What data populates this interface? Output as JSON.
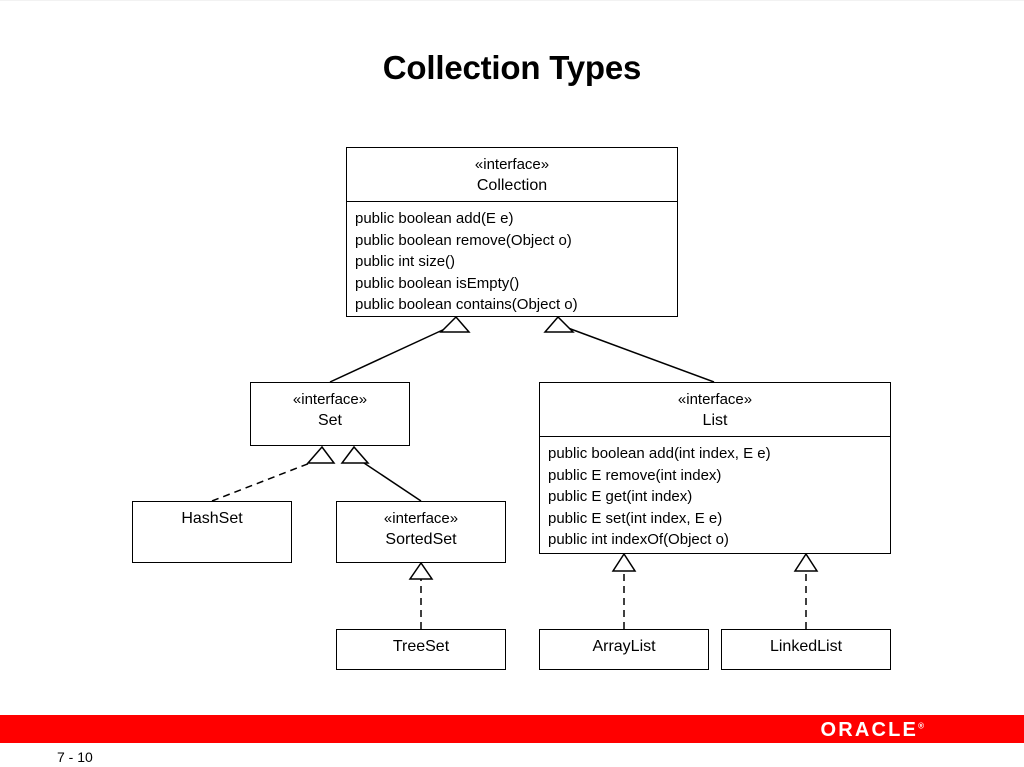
{
  "slide": {
    "title": "Collection Types",
    "page_number": "7 - 10",
    "brand": "ORACLE",
    "brand_tm": "®",
    "band_color": "#ff0000"
  },
  "diagram": {
    "type": "uml-class-diagram",
    "stereotype_label": "«interface»",
    "classes": [
      {
        "id": "collection",
        "stereotype": "«interface»",
        "name": "Collection",
        "members": [
          "public boolean add(E e)",
          "public boolean remove(Object o)",
          "public int size()",
          "public boolean isEmpty()",
          "public boolean contains(Object o)"
        ]
      },
      {
        "id": "set",
        "stereotype": "«interface»",
        "name": "Set",
        "members": []
      },
      {
        "id": "list",
        "stereotype": "«interface»",
        "name": "List",
        "members": [
          "public boolean add(int index, E e)",
          "public E remove(int index)",
          "public E get(int index)",
          "public E set(int index, E e)",
          "public int indexOf(Object o)"
        ]
      },
      {
        "id": "hashset",
        "stereotype": "",
        "name": "HashSet",
        "members": []
      },
      {
        "id": "sortedset",
        "stereotype": "«interface»",
        "name": "SortedSet",
        "members": []
      },
      {
        "id": "treeset",
        "stereotype": "",
        "name": "TreeSet",
        "members": []
      },
      {
        "id": "arraylist",
        "stereotype": "",
        "name": "ArrayList",
        "members": []
      },
      {
        "id": "linkedlist",
        "stereotype": "",
        "name": "LinkedList",
        "members": []
      }
    ],
    "relationships": [
      {
        "from": "set",
        "to": "collection",
        "kind": "generalization",
        "line": "solid"
      },
      {
        "from": "list",
        "to": "collection",
        "kind": "generalization",
        "line": "solid"
      },
      {
        "from": "hashset",
        "to": "set",
        "kind": "realization",
        "line": "dashed"
      },
      {
        "from": "sortedset",
        "to": "set",
        "kind": "generalization",
        "line": "solid"
      },
      {
        "from": "treeset",
        "to": "sortedset",
        "kind": "realization",
        "line": "dashed"
      },
      {
        "from": "arraylist",
        "to": "list",
        "kind": "realization",
        "line": "dashed"
      },
      {
        "from": "linkedlist",
        "to": "list",
        "kind": "realization",
        "line": "dashed"
      }
    ]
  }
}
